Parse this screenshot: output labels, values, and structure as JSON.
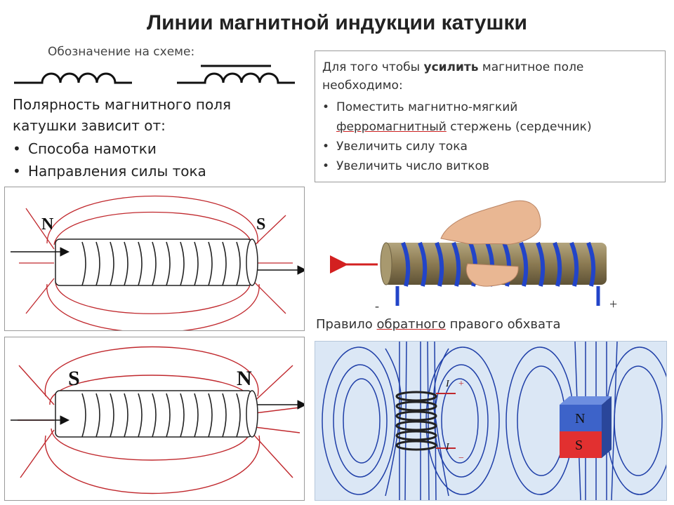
{
  "title": "Линии магнитной индукции катушки",
  "legend_label": "Обозначение на схеме:",
  "polarity": {
    "heading": "Полярность магнитного поля катушки зависит от:",
    "items": [
      "Способа намотки",
      "Направления силы тока"
    ]
  },
  "strengthen": {
    "intro_before": "Для того чтобы ",
    "intro_bold": "усилить",
    "intro_after": " магнитное поле необходимо:",
    "item1_line1": "Поместить магнитно-мягкий",
    "item1_under": "ферромагнитный",
    "item1_rest": " стержень (сердечник)",
    "item2": "Увеличить силу тока",
    "item3": "Увеличить число витков"
  },
  "diagram1": {
    "left_pole": "N",
    "right_pole": "S"
  },
  "diagram2": {
    "left_pole": "S",
    "right_pole": "N"
  },
  "hand_rule": {
    "minus": "-",
    "plus": "+",
    "caption_before": "Правило ",
    "caption_under": "обратного",
    "caption_after": " правого обхвата"
  },
  "field_compare": {
    "current_label": "I",
    "plus": "+",
    "minus": "−",
    "magnet_north": "N",
    "magnet_south": "S"
  },
  "colors": {
    "field_line_red": "#c0282d",
    "field_line_blue": "#1f3fa8",
    "panel_blue": "#dbe7f5",
    "magnet_blue": "#3d63c9",
    "magnet_red": "#e23030",
    "rod": "#8b7a52",
    "wire_blue": "#2244c8"
  },
  "icons": [
    "inductor-symbol",
    "inductor-core-symbol",
    "hand-icon",
    "arrow-left-icon"
  ]
}
